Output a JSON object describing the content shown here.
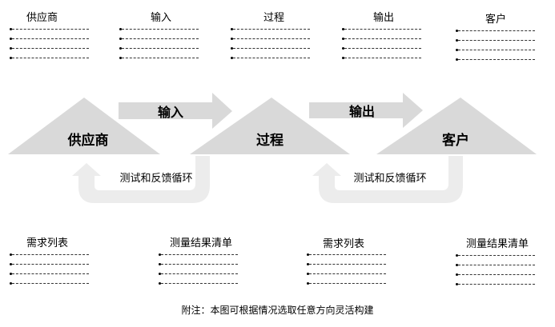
{
  "top_columns": [
    {
      "title": "供应商",
      "rows": 4
    },
    {
      "title": "输入",
      "rows": 4
    },
    {
      "title": "过程",
      "rows": 4
    },
    {
      "title": "输出",
      "rows": 4
    },
    {
      "title": "客户",
      "rows": 4
    }
  ],
  "diagram": {
    "supplier": "供应商",
    "process": "过程",
    "customer": "客户",
    "input_arrow": "输入",
    "output_arrow": "输出",
    "loop_left": "测试和反馈循环",
    "loop_right": "测试和反馈循环"
  },
  "bottom_columns": [
    {
      "title": "需求列表",
      "rows": 4
    },
    {
      "title": "测量结果清单",
      "rows": 4
    },
    {
      "title": "需求列表",
      "rows": 4
    },
    {
      "title": "测量结果清单",
      "rows": 4
    }
  ],
  "footnote": "附注：本图可根据情况选取任意方向灵活构建",
  "colors": {
    "shape_fill": "#d9d9d9",
    "loop_fill": "#ececec"
  }
}
